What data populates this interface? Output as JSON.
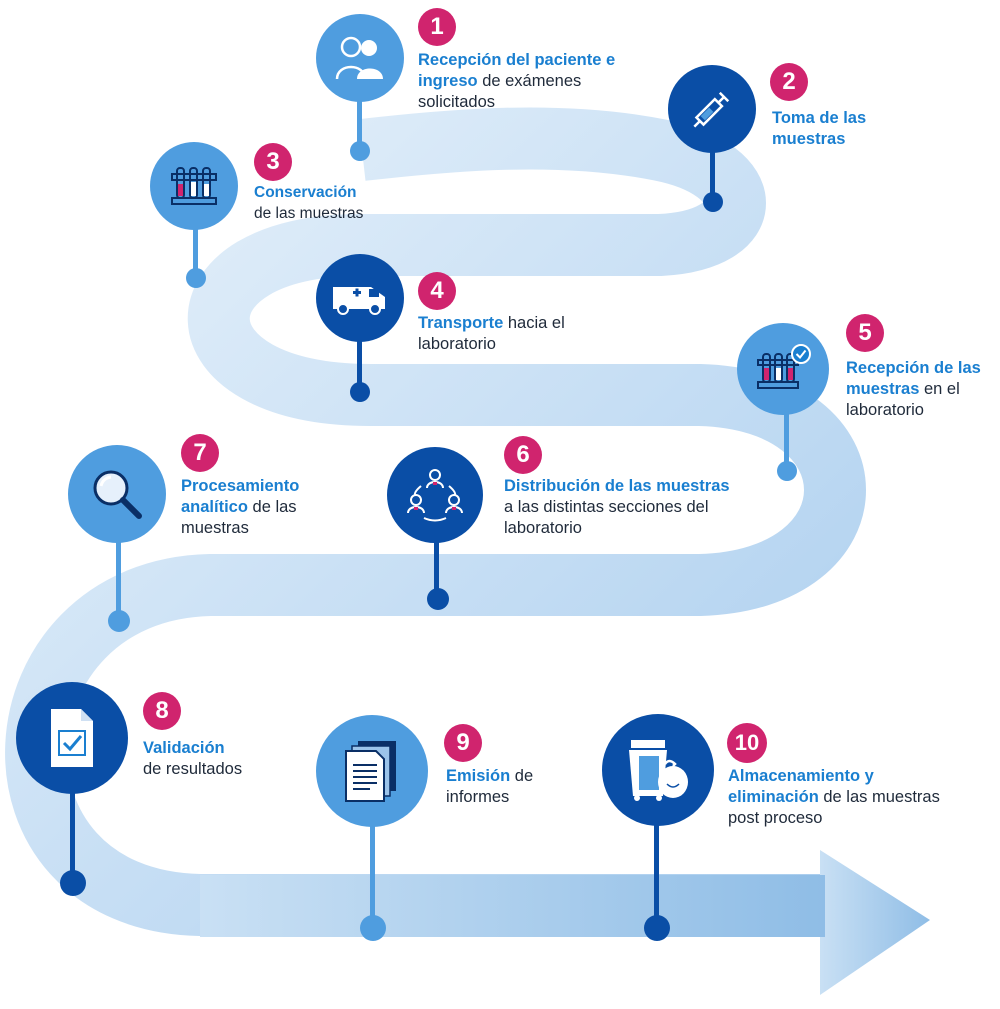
{
  "colors": {
    "light_blue": "#4f9ddf",
    "dark_blue": "#0a4ea6",
    "number_badge": "#d0246e",
    "road": "#cfe4f6",
    "highlight_text": "#1a7fd0",
    "body_text": "#1f2a3a"
  },
  "steps": [
    {
      "number": "1",
      "icon": "patients-icon",
      "bold": "Recepción del paciente e ingreso",
      "rest": " de exámenes solicitados"
    },
    {
      "number": "2",
      "icon": "syringe-icon",
      "bold": "Toma de las muestras",
      "rest": ""
    },
    {
      "number": "3",
      "icon": "test-tubes-rack-icon",
      "bold": "Conservación",
      "rest": " de las muestras"
    },
    {
      "number": "4",
      "icon": "van-icon",
      "bold": "Transporte",
      "rest": " hacia el laboratorio"
    },
    {
      "number": "5",
      "icon": "test-tubes-check-icon",
      "bold": "Recepción de las muestras",
      "rest": " en el laboratorio"
    },
    {
      "number": "6",
      "icon": "people-cycle-icon",
      "bold": "Distribución de las muestras",
      "rest": " a las distintas secciones del laboratorio"
    },
    {
      "number": "7",
      "icon": "magnifier-icon",
      "bold": "Procesamiento analítico",
      "rest": " de las muestras"
    },
    {
      "number": "8",
      "icon": "checked-document-icon",
      "bold": "Validación",
      "rest": " de resultados"
    },
    {
      "number": "9",
      "icon": "documents-stack-icon",
      "bold": "Emisión",
      "rest": " de informes"
    },
    {
      "number": "10",
      "icon": "waste-bin-icon",
      "bold": "Almacenamiento y eliminación",
      "rest": " de las muestras post proceso"
    }
  ]
}
